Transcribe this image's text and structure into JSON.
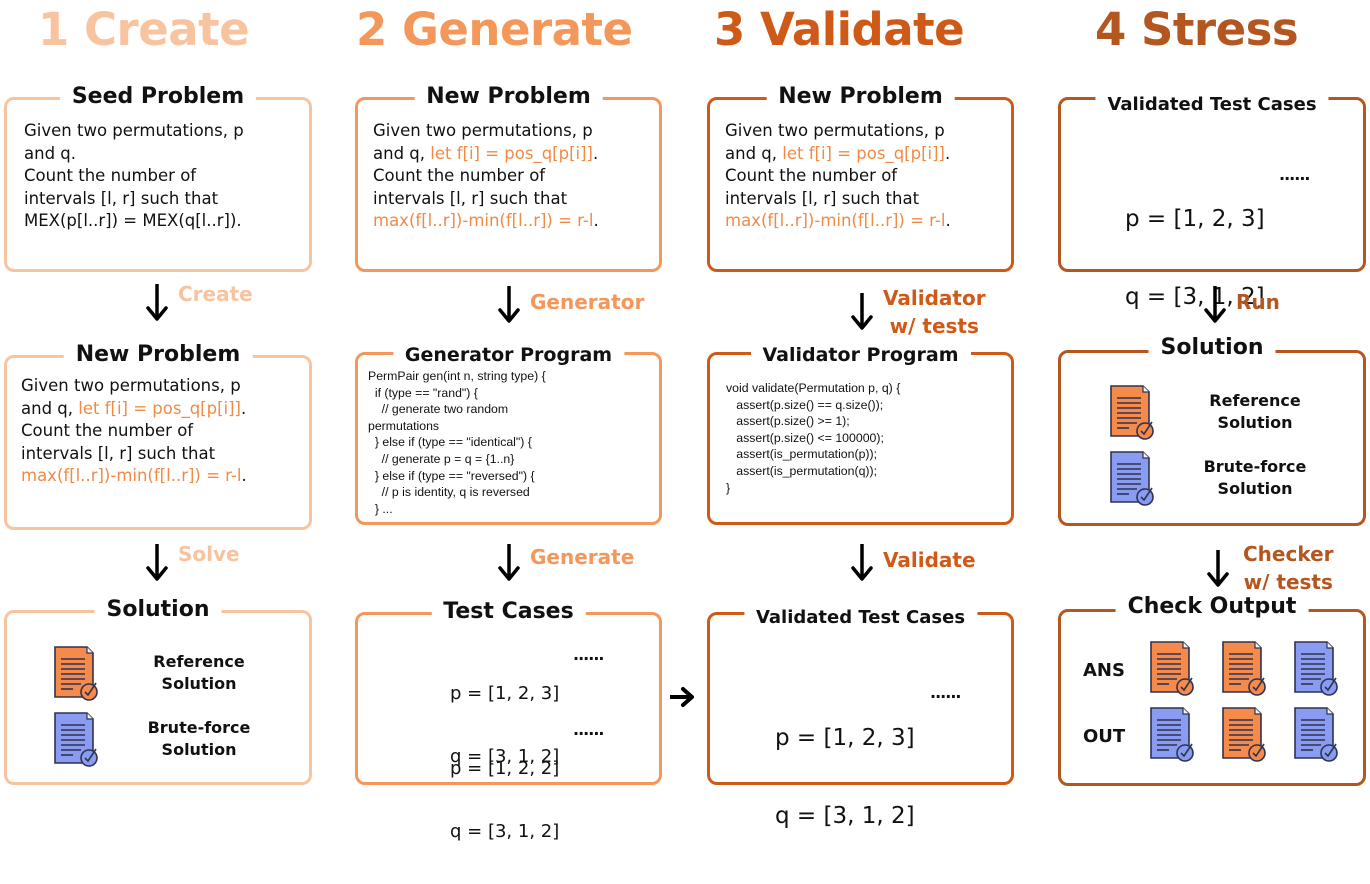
{
  "colors": {
    "create": "#F8C4A0",
    "generate": "#F4975A",
    "validate": "#CF5A18",
    "stress": "#B4561F",
    "highlight": "#F08A45",
    "doc_orange": "#F58A4B",
    "doc_blue": "#8A9BF2",
    "doc_stroke": "#2E3350"
  },
  "columns": [
    {
      "title": "1 Create",
      "boxes": [
        {
          "title": "Seed Problem",
          "lines": [
            {
              "parts": [
                {
                  "text": "Given two permutations, p",
                  "hl": false
                }
              ]
            },
            {
              "parts": [
                {
                  "text": "and q.",
                  "hl": false
                }
              ]
            },
            {
              "parts": [
                {
                  "text": "Count the number of",
                  "hl": false
                }
              ]
            },
            {
              "parts": [
                {
                  "text": "intervals [l, r] such that",
                  "hl": false
                }
              ]
            },
            {
              "parts": [
                {
                  "text": "MEX(p[l..r]) = MEX(q[l..r]).",
                  "hl": false
                }
              ]
            }
          ]
        },
        {
          "title": "New Problem",
          "line1": "Given two permutations, p",
          "line2a": "and q, ",
          "line2b": "let f[i] = pos_q[p[i]]",
          "line2c": ".",
          "line3": "Count the number of",
          "line4": "intervals [l, r] such that",
          "line5a": "max(f[l..r])-min(f[l..r]) = r-l",
          "line5b": "."
        },
        {
          "title": "Solution",
          "items": [
            {
              "label1": "Reference",
              "label2": "Solution",
              "icon": "orange-document-check-icon"
            },
            {
              "label1": "Brute-force",
              "label2": "Solution",
              "icon": "blue-document-check-icon"
            }
          ]
        }
      ],
      "steps": [
        "Create",
        "Solve"
      ]
    },
    {
      "title": "2 Generate",
      "boxes": [
        {
          "title": "New Problem",
          "line1": "Given two permutations, p",
          "line2a": "and q, ",
          "line2b": "let f[i] = pos_q[p[i]]",
          "line2c": ".",
          "line3": "Count the number of",
          "line4": "intervals [l, r] such that",
          "line5a": "max(f[l..r])-min(f[l..r]) = r-l",
          "line5b": "."
        },
        {
          "title": "Generator Program",
          "code": "PermPair gen(int n, string type) {\n  if (type == \"rand\") {\n    // generate two random\npermutations\n  } else if (type == \"identical\") {\n    // generate p = q = {1..n}\n  } else if (type == \"reversed\") {\n    // p is identity, q is reversed\n  } ..."
        },
        {
          "title": "Test Cases",
          "cases": [
            {
              "p": "p = [1, 2, 3]",
              "q": "q = [3, 1, 2]",
              "more": "......"
            },
            {
              "p": "p = [1, 2, 2]",
              "q": "q = [3, 1, 2]",
              "more": "......"
            }
          ]
        }
      ],
      "steps": [
        "Generator",
        "Generate"
      ]
    },
    {
      "title": "3 Validate",
      "boxes": [
        {
          "title": "New Problem",
          "line1": "Given two permutations, p",
          "line2a": "and q, ",
          "line2b": "let f[i] = pos_q[p[i]]",
          "line2c": ".",
          "line3": "Count the number of",
          "line4": "intervals [l, r] such that",
          "line5a": "max(f[l..r])-min(f[l..r]) = r-l",
          "line5b": "."
        },
        {
          "title": "Validator Program",
          "code": "void validate(Permutation p, q) {\n   assert(p.size() == q.size());\n   assert(p.size() >= 1);\n   assert(p.size() <= 100000);\n   assert(is_permutation(p));\n   assert(is_permutation(q));\n}"
        },
        {
          "title": "Validated Test Cases",
          "p": "p = [1, 2, 3]",
          "q": "q = [3, 1, 2]",
          "more": "......"
        }
      ],
      "steps": [
        "Validator\nw/ tests",
        "Validate"
      ]
    },
    {
      "title": "4 Stress",
      "boxes": [
        {
          "title": "Validated Test Cases",
          "p": "p = [1, 2, 3]",
          "q": "q = [3, 1, 2]",
          "more": "......"
        },
        {
          "title": "Solution",
          "items": [
            {
              "label1": "Reference",
              "label2": "Solution",
              "icon": "orange-document-check-icon"
            },
            {
              "label1": "Brute-force",
              "label2": "Solution",
              "icon": "blue-document-check-icon"
            }
          ]
        },
        {
          "title": "Check Output",
          "rows": [
            {
              "label": "ANS",
              "docs": [
                "orange",
                "orange",
                "blue"
              ]
            },
            {
              "label": "OUT",
              "docs": [
                "blue",
                "orange",
                "blue"
              ]
            }
          ]
        }
      ],
      "steps": [
        "Run",
        "Checker\nw/ tests"
      ]
    }
  ]
}
